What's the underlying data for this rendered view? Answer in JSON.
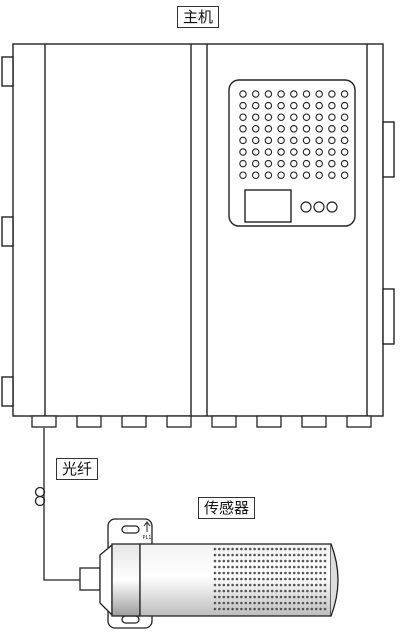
{
  "labels": {
    "host": "主机",
    "fiber": "光纤",
    "sensor": "传感器"
  },
  "sensor_plate_text": "PL1",
  "counts": {
    "host_speaker_columns": 9,
    "host_speaker_rows": 8,
    "host_buttons": 3,
    "host_bottom_ports": 8
  },
  "colors": {
    "line": "#222222",
    "fill": "#ffffff",
    "shade": "#d9d9d9"
  }
}
